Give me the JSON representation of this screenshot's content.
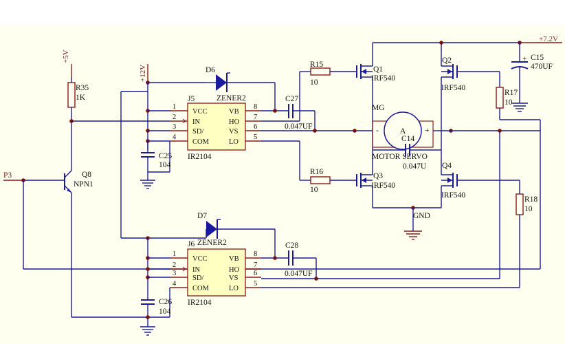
{
  "nets": {
    "vcc5": "+5V",
    "vcc12": "+12V",
    "vcc72": "+7.2V",
    "p3": "P3",
    "gnd": "GND"
  },
  "r35": {
    "ref": "R35",
    "value": "1K"
  },
  "q8": {
    "ref": "Q8",
    "value": "NPN1"
  },
  "d6": {
    "ref": "D6",
    "value": "ZENER2"
  },
  "d7": {
    "ref": "D7",
    "value": "ZENER2"
  },
  "j5": {
    "ref": "J5",
    "part": "IR2104"
  },
  "j6": {
    "ref": "J6",
    "part": "IR2104"
  },
  "ic_pins_left": [
    {
      "num": "1",
      "name": "VCC"
    },
    {
      "num": "2",
      "name": "IN"
    },
    {
      "num": "3",
      "name": "SD/"
    },
    {
      "num": "4",
      "name": "COM"
    }
  ],
  "ic_pins_right": [
    {
      "num": "8",
      "name": "VB"
    },
    {
      "num": "7",
      "name": "HO"
    },
    {
      "num": "6",
      "name": "VS"
    },
    {
      "num": "5",
      "name": "LO"
    }
  ],
  "c25": {
    "ref": "C25",
    "value": "104"
  },
  "c26": {
    "ref": "C26",
    "value": "104"
  },
  "c27": {
    "ref": "C27",
    "value": "0.047UF"
  },
  "c28": {
    "ref": "C28",
    "value": "0.047UF"
  },
  "r15": {
    "ref": "R15",
    "value": "10"
  },
  "r16": {
    "ref": "R16",
    "value": "10"
  },
  "r17": {
    "ref": "R17",
    "value": "10"
  },
  "r18": {
    "ref": "R18",
    "value": "10"
  },
  "q1": {
    "ref": "Q1",
    "value": "IRF540"
  },
  "q2": {
    "ref": "Q2",
    "value": "IRF540"
  },
  "q3": {
    "ref": "Q3",
    "value": "IRF540"
  },
  "q4": {
    "ref": "Q4",
    "value": "IRF540"
  },
  "mg": {
    "ref": "MG",
    "value": "MOTOR SERVO",
    "symbol": "A",
    "plus": "+",
    "minus": "-"
  },
  "c14": {
    "ref": "C14",
    "value": "0.047U"
  },
  "c15": {
    "ref": "C15",
    "value": "470UF",
    "plus": "+"
  }
}
